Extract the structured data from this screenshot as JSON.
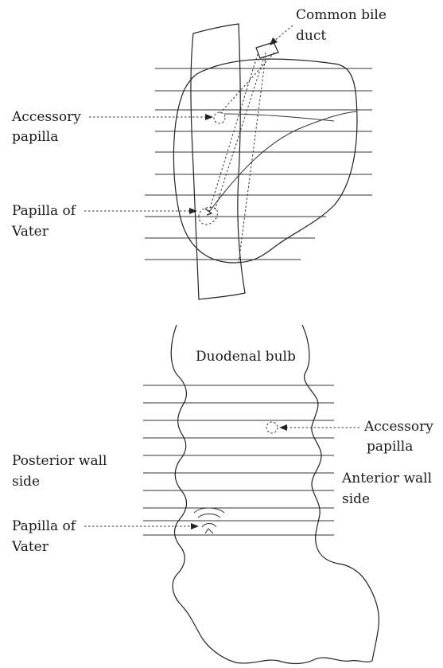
{
  "top_diagram": {
    "labels": {
      "common_bile_duct_line1": "Common bile",
      "common_bile_duct_line2": "duct",
      "accessory_papilla_line1": "Accessory",
      "accessory_papilla_line2": "papilla",
      "papilla_of_vater_line1": "Papilla of",
      "papilla_of_vater_line2": "Vater"
    }
  },
  "bottom_diagram": {
    "labels": {
      "duodenal_bulb": "Duodenal bulb",
      "accessory_papilla_line1": "Accessory",
      "accessory_papilla_line2": "papilla",
      "posterior_wall_line1": "Posterior wall",
      "posterior_wall_line2": "side",
      "anterior_wall_line1": "Anterior wall",
      "anterior_wall_line2": "side",
      "papilla_of_vater_line1": "Papilla of",
      "papilla_of_vater_line2": "Vater"
    }
  }
}
